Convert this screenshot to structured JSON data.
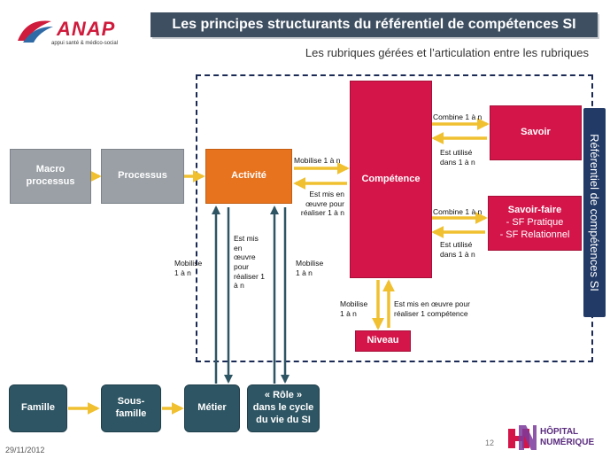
{
  "header": {
    "logo_text": "ANAP",
    "logo_subtitle": "appui santé & médico-social",
    "title": "Les principes structurants du référentiel de compétences SI",
    "subtitle": "Les rubriques gérées et l’articulation entre les rubriques"
  },
  "boxes": {
    "macro": "Macro\nprocessus",
    "processus": "Processus",
    "activite": "Activité",
    "competence": "Compétence",
    "savoir": "Savoir",
    "savoir_faire_title": "Savoir-faire",
    "savoir_faire_line1": "- SF Pratique",
    "savoir_faire_line2": "- SF Relationnel",
    "niveau": "Niveau",
    "famille": "Famille",
    "sous_famille": "Sous-\nfamille",
    "metier": "Métier",
    "role": "« Rôle »\ndans le cycle\ndu vie du SI"
  },
  "labels": {
    "mobilise_act": "Mobilise 1 à n",
    "mis_en_oeuvre_act": "Est mis en\nœuvre pour\nréaliser 1 à n",
    "combine_savoir": "Combine 1 à n",
    "utilise_savoir": "Est utilisé\ndans 1 à n",
    "combine_sf": "Combine 1 à n",
    "utilise_sf": "Est utilisé\ndans 1 à n",
    "mobilise_niveau": "Mobilise\n1 à n",
    "mis_en_oeuvre_niveau": "Est mis en œuvre pour\nréaliser 1 compétence",
    "mobilise_metier": "Mobilise\n1 à n",
    "mis_en_oeuvre_metier": "Est mis\nen\nœuvre\npour\nréaliser 1\nà n",
    "mobilise_role": "Mobilise\n1 à n"
  },
  "side_label": "Référentiel de compétences SI",
  "footer": {
    "date": "29/11/2012",
    "page": "12",
    "brand_line1": "HÔPITAL",
    "brand_line2": "NUMÉRIQUE"
  },
  "colors": {
    "arrow_yellow": "#f0c030",
    "arrow_dark": "#2e5563",
    "crimson": "#d4154a",
    "orange": "#e8731e",
    "gray": "#9aa0a6",
    "navy": "#223a66"
  }
}
